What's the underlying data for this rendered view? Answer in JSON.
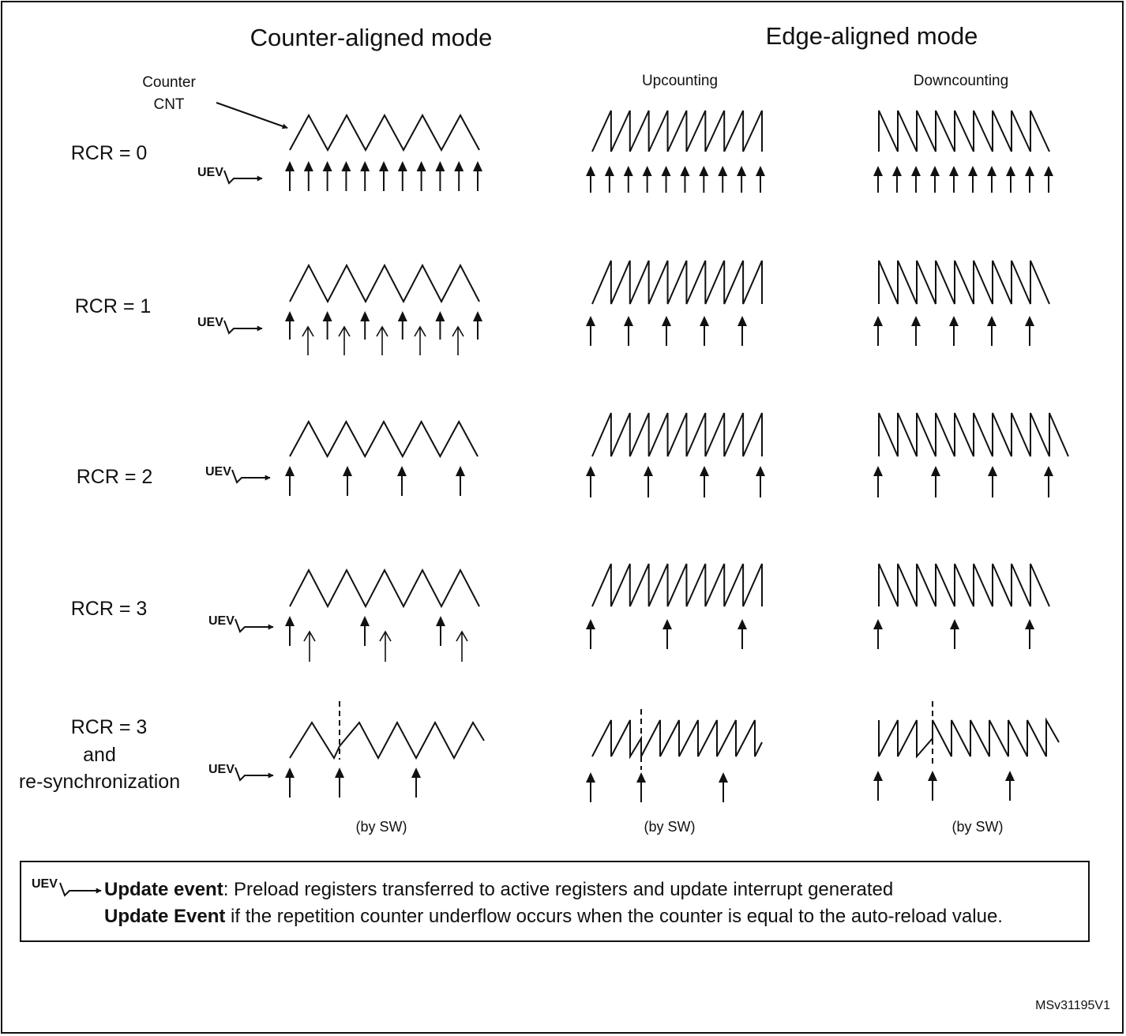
{
  "headings": {
    "counter_aligned": "Counter-aligned mode",
    "edge_aligned": "Edge-aligned mode",
    "upcounting": "Upcounting",
    "downcounting": "Downcounting"
  },
  "counter_label": {
    "line1": "Counter",
    "line2": "CNT"
  },
  "uev_label": "UEV",
  "rows": [
    {
      "label_lines": [
        "RCR = 0"
      ]
    },
    {
      "label_lines": [
        "RCR = 1"
      ]
    },
    {
      "label_lines": [
        "RCR = 2"
      ]
    },
    {
      "label_lines": [
        "RCR = 3"
      ]
    },
    {
      "label_lines": [
        "RCR = 3",
        "and",
        "re-synchronization"
      ]
    }
  ],
  "by_sw": "(by SW)",
  "legend": {
    "uev": "UEV",
    "line1_bold": "Update event",
    "line1_rest": ": Preload registers transferred to active registers and update interrupt generated",
    "line2_bold": "Update Event",
    "line2_rest": " if the repetition counter underflow occurs when the counter is equal to the auto-reload value."
  },
  "figure_ref": "MSv31195V1",
  "colors": {
    "ink": "#111111",
    "background": "#ffffff"
  }
}
